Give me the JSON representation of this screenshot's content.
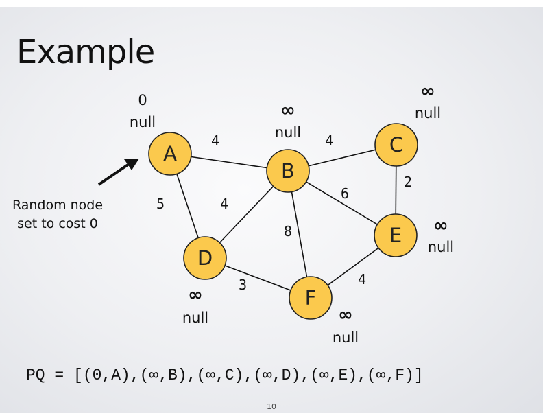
{
  "title": "Example",
  "pq_text": "PQ = [(0,A),(∞,B),(∞,C),(∞,D),(∞,E),(∞,F)]",
  "slide_number": "10",
  "annotation": {
    "line1": "Random node",
    "line2": "set to cost 0"
  },
  "colors": {
    "node_fill": "#fbc94d",
    "node_stroke": "#222222",
    "edge": "#111111"
  },
  "nodes": [
    {
      "id": "A",
      "label": "A",
      "cost": "0",
      "prev": "null"
    },
    {
      "id": "B",
      "label": "B",
      "cost": "∞",
      "prev": "null"
    },
    {
      "id": "C",
      "label": "C",
      "cost": "∞",
      "prev": "null"
    },
    {
      "id": "D",
      "label": "D",
      "cost": "∞",
      "prev": "null"
    },
    {
      "id": "E",
      "label": "E",
      "cost": "∞",
      "prev": "null"
    },
    {
      "id": "F",
      "label": "F",
      "cost": "∞",
      "prev": "null"
    }
  ],
  "edges": [
    {
      "from": "A",
      "to": "B",
      "weight": "4"
    },
    {
      "from": "A",
      "to": "D",
      "weight": "5"
    },
    {
      "from": "B",
      "to": "C",
      "weight": "4"
    },
    {
      "from": "B",
      "to": "D",
      "weight": "4"
    },
    {
      "from": "B",
      "to": "E",
      "weight": "6"
    },
    {
      "from": "B",
      "to": "F",
      "weight": "8"
    },
    {
      "from": "C",
      "to": "E",
      "weight": "2"
    },
    {
      "from": "D",
      "to": "F",
      "weight": "3"
    },
    {
      "from": "E",
      "to": "F",
      "weight": "4"
    }
  ]
}
